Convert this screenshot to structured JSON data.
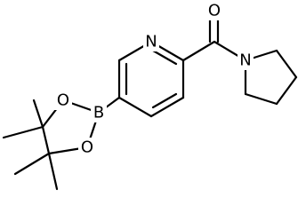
{
  "diagram": {
    "type": "chemical-structure",
    "colors": {
      "bond": "#000000",
      "label": "#000000",
      "background": "#ffffff"
    },
    "atoms": [
      {
        "id": "N1",
        "label": "N"
      },
      {
        "id": "O1",
        "label": "O"
      },
      {
        "id": "N2",
        "label": "N"
      },
      {
        "id": "B1",
        "label": "B"
      },
      {
        "id": "O2",
        "label": "O"
      },
      {
        "id": "O3",
        "label": "O"
      }
    ]
  }
}
